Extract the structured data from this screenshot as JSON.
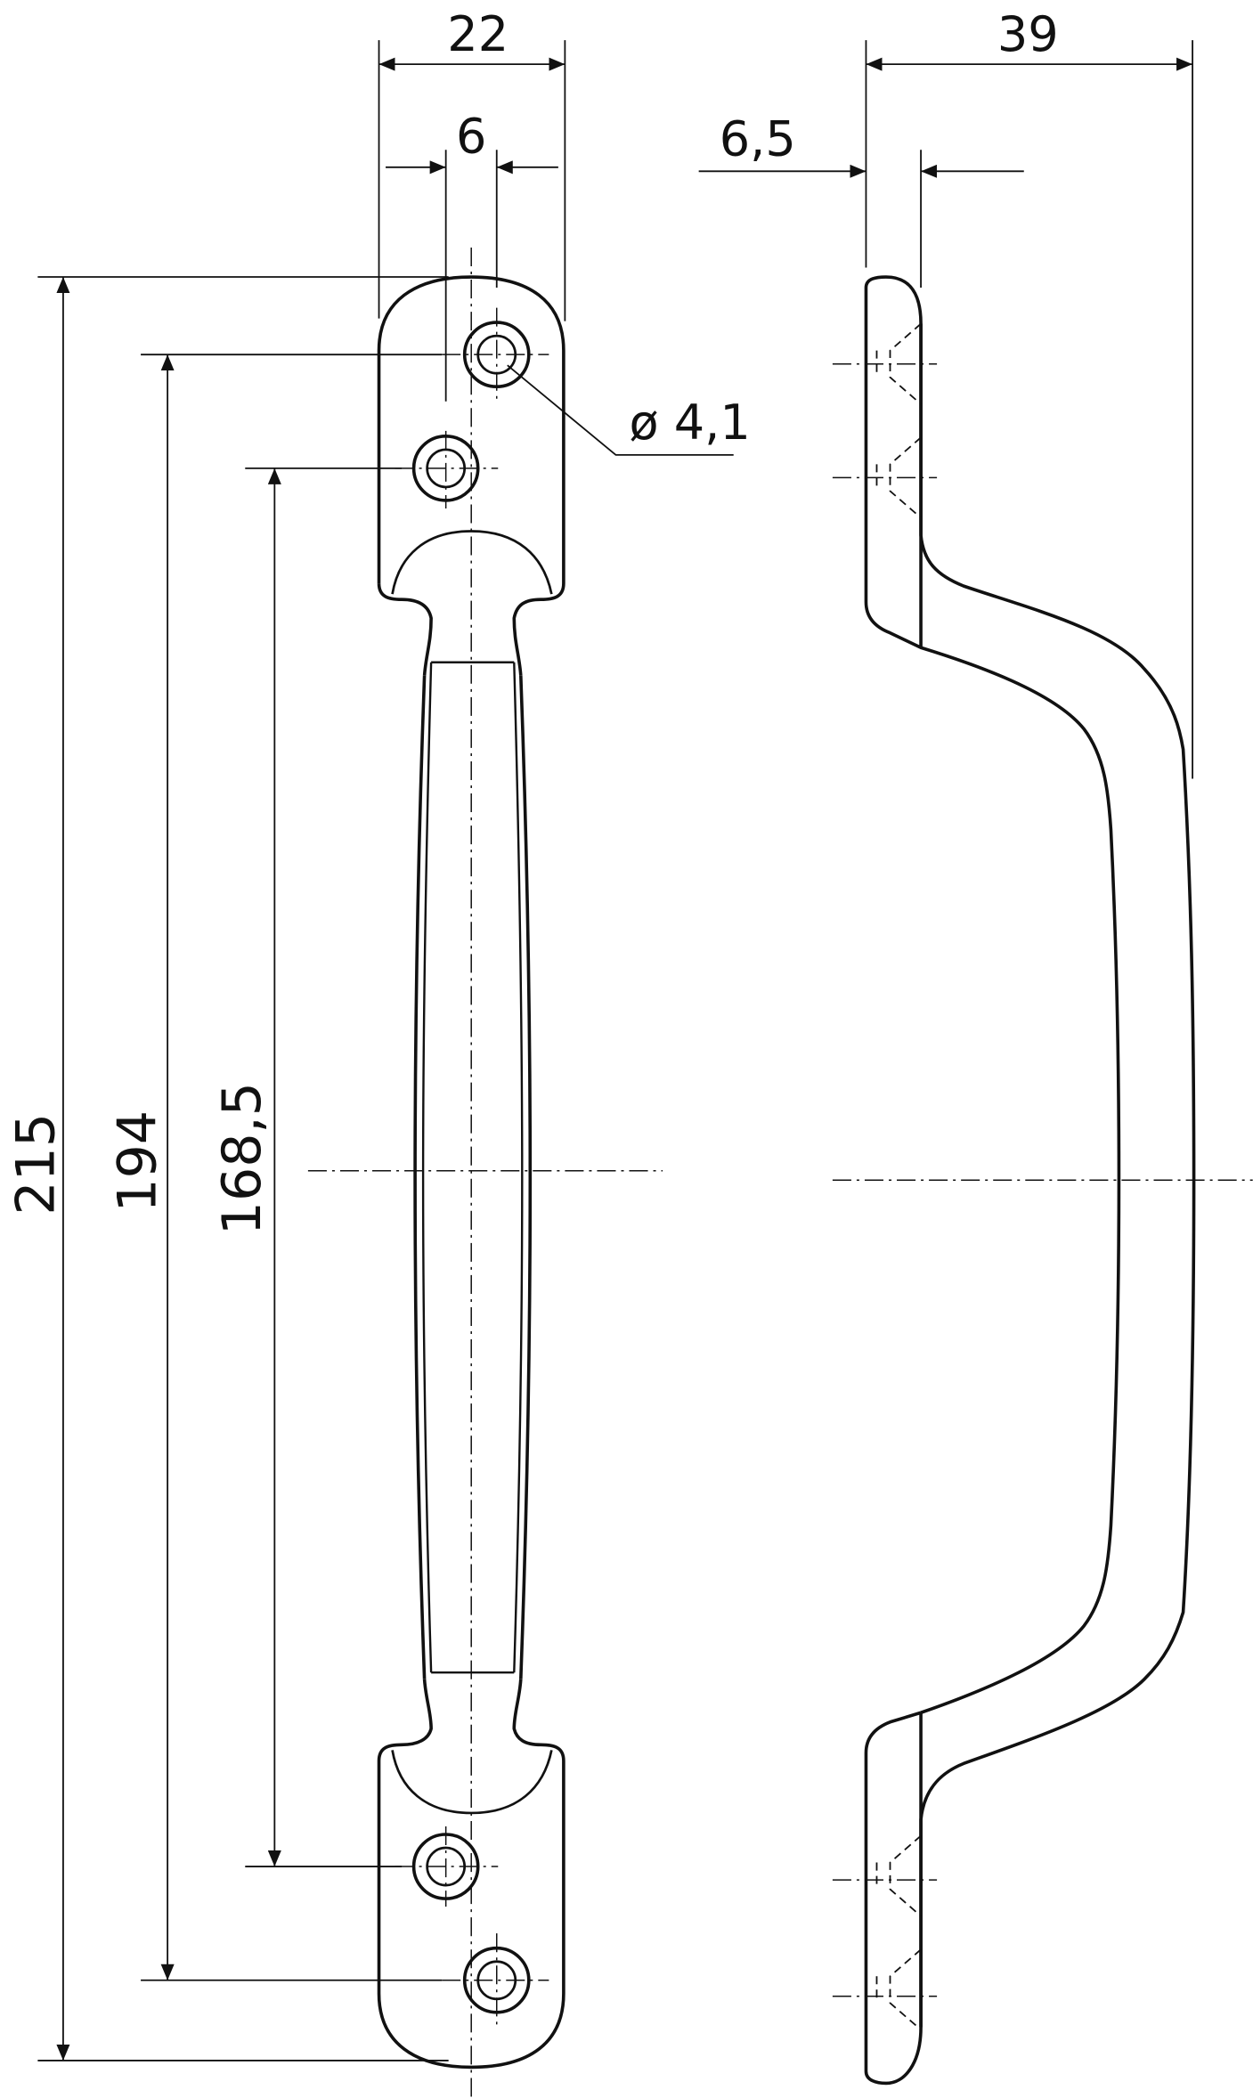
{
  "dimensions": {
    "width_total": "22",
    "hole_offset": "6",
    "depth_total": "39",
    "plate_thickness": "6,5",
    "hole_diameter": "ø 4,1",
    "length_total": "215",
    "hole_span_outer": "194",
    "hole_span_inner": "168,5"
  },
  "colors": {
    "stroke": "#111111",
    "background": "#ffffff"
  }
}
